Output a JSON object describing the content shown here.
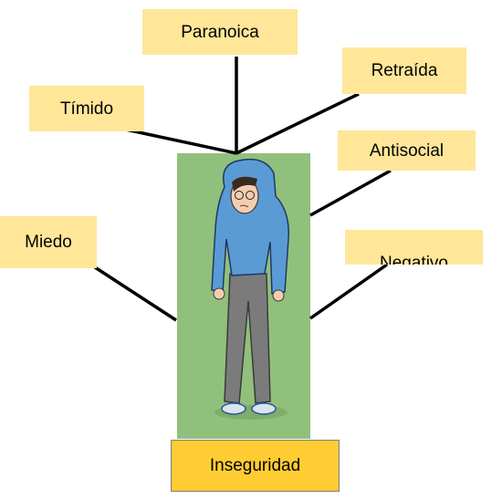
{
  "labels": {
    "paranoica": "Paranoica",
    "retraida": "Retraída",
    "timido": "Tímido",
    "antisocial": "Antisocial",
    "miedo": "Miedo",
    "negativo": "Negativo",
    "inseguridad": "Inseguridad"
  },
  "colors": {
    "label_fill": "#ffe699",
    "center_label_fill": "#ffcc33",
    "image_background": "#91c07c",
    "hoodie": "#5b9bd5",
    "pants": "#7b7b7b"
  },
  "image": {
    "subject": "person-in-blue-hoodie-illustration"
  }
}
